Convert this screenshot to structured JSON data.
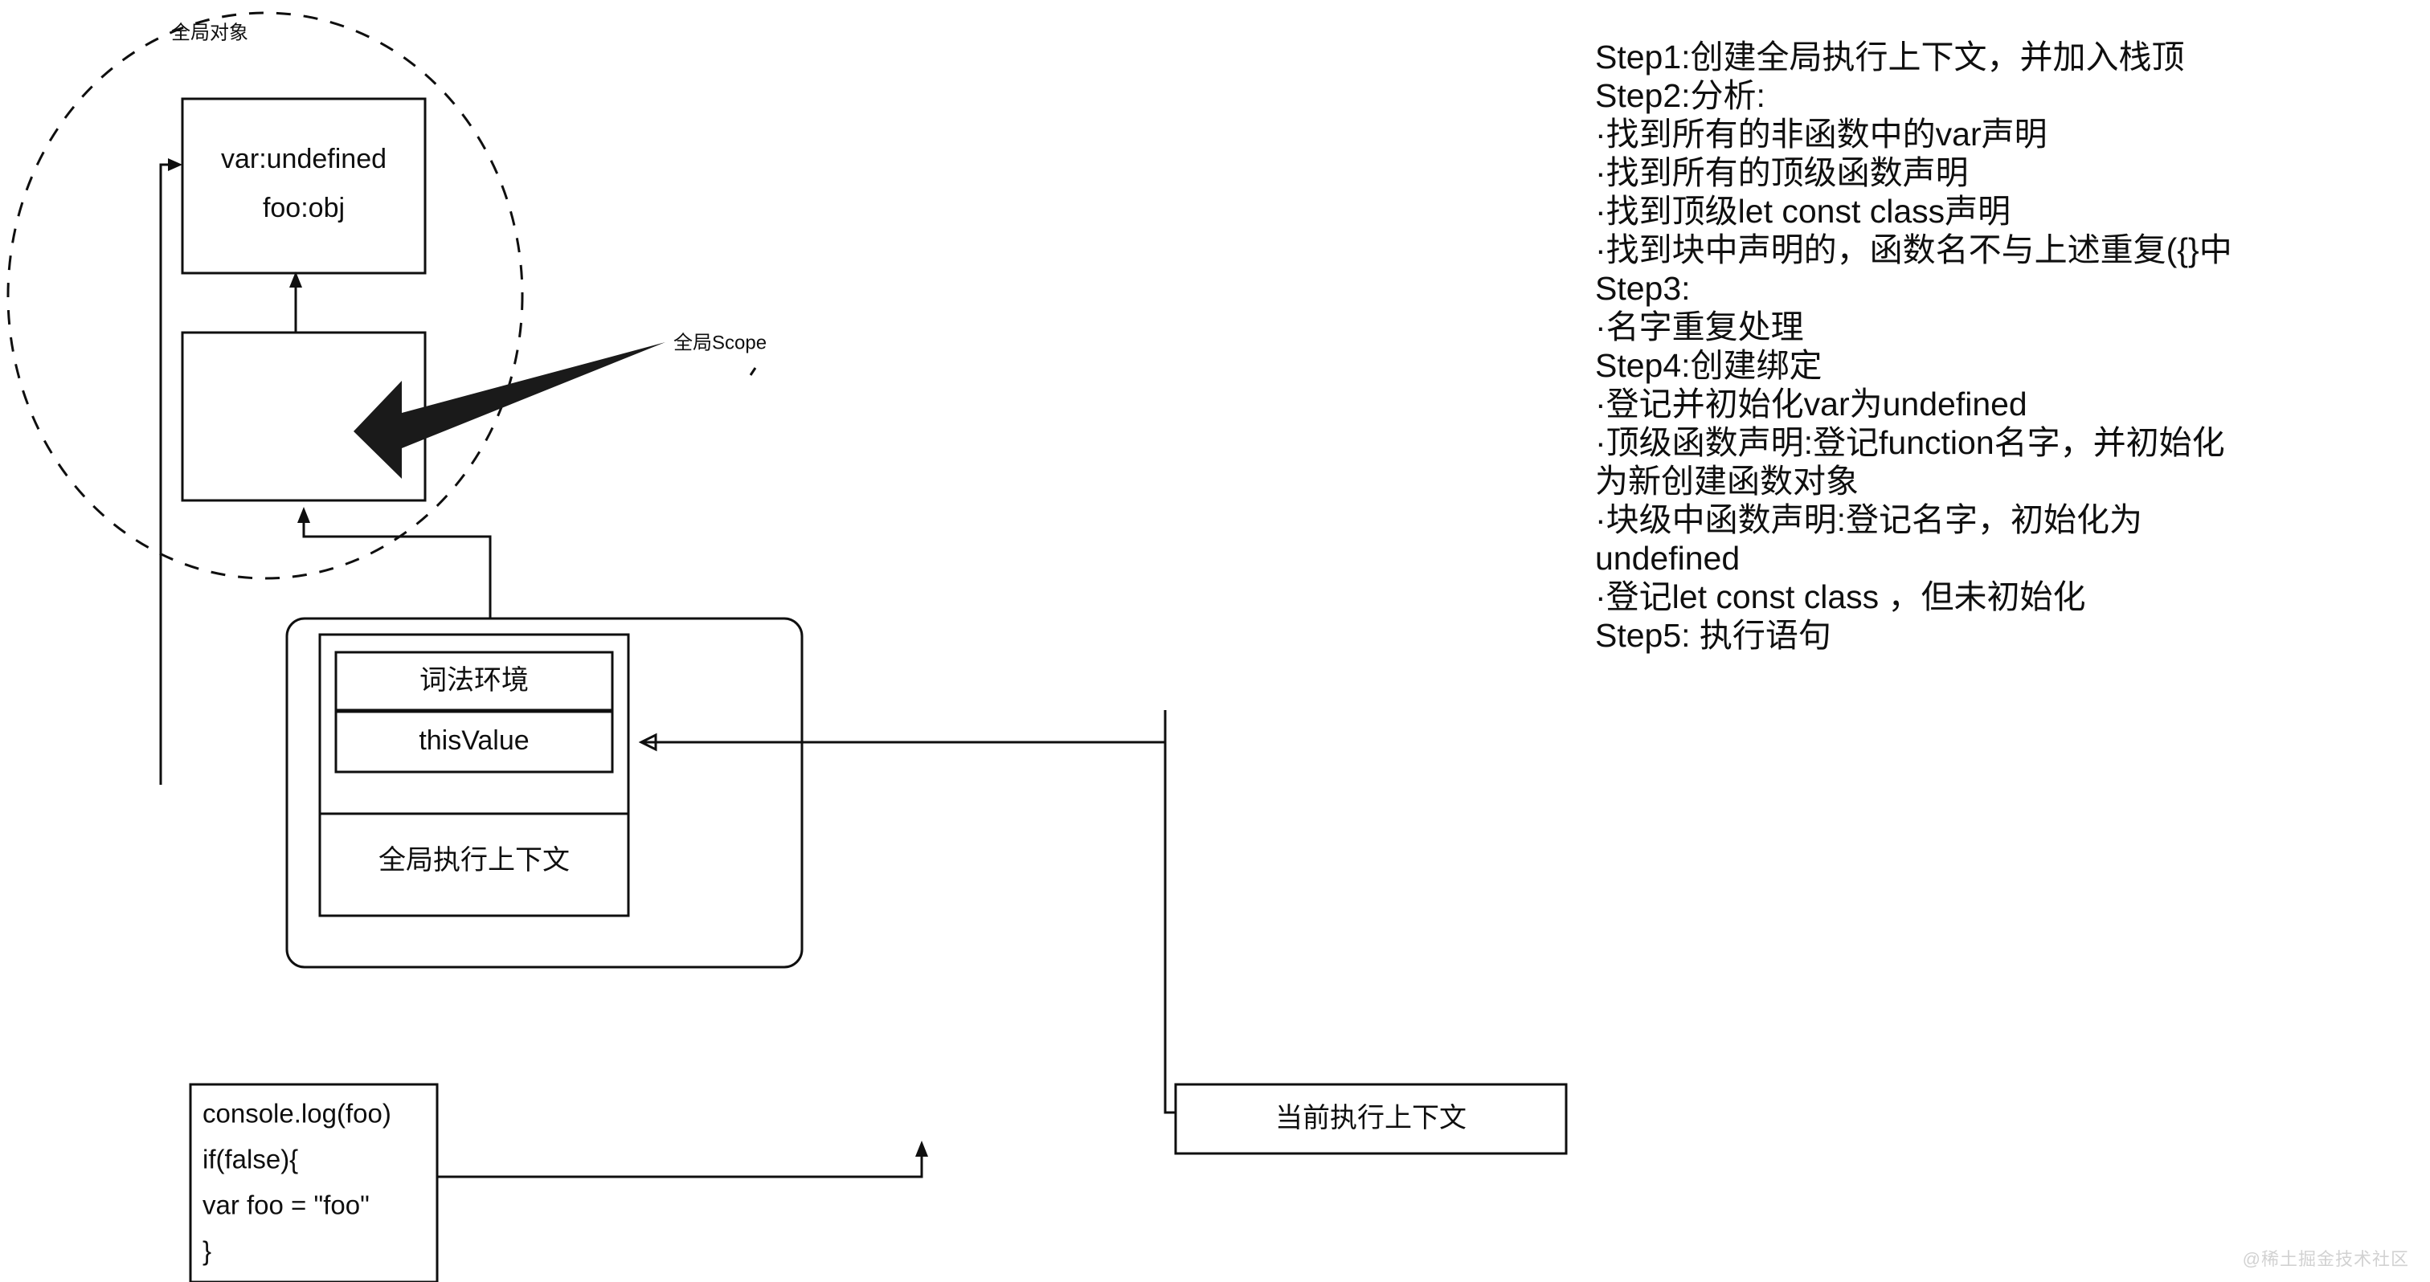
{
  "diagram": {
    "global_object_label": "全局对象",
    "global_scope_label": "全局Scope",
    "global_object_props": {
      "line1": "var:undefined",
      "line2": "foo:obj"
    },
    "lexical_environment_label": "词法环境",
    "this_value_label": "thisValue",
    "global_execution_context_label": "全局执行上下文",
    "current_execution_context_label": "当前执行上下文",
    "code_block": {
      "line1": "console.log(foo)",
      "line2": "if(false){",
      "line3": "   var foo = \"foo\"",
      "line4": "}"
    }
  },
  "steps": {
    "lines": [
      "Step1:创建全局执行上下文，并加入栈顶",
      "Step2:分析:",
      "·找到所有的非函数中的var声明",
      "·找到所有的顶级函数声明",
      "·找到顶级let const class声明",
      "·找到块中声明的，函数名不与上述重复({}中",
      "Step3:",
      "·名字重复处理",
      "Step4:创建绑定",
      "·登记并初始化var为undefined",
      "·顶级函数声明:登记function名字，并初始化",
      "为新创建函数对象",
      "·块级中函数声明:登记名字，初始化为",
      "undefined",
      "·登记let const class ，但未初始化",
      "Step5: 执行语句"
    ]
  },
  "watermark": {
    "text": "@稀土掘金技术社区"
  },
  "colors": {
    "stroke": "#0f0f0f",
    "background": "#ffffff",
    "arrow_fill": "#1a1a1a",
    "watermark": "#d2d2d2"
  }
}
